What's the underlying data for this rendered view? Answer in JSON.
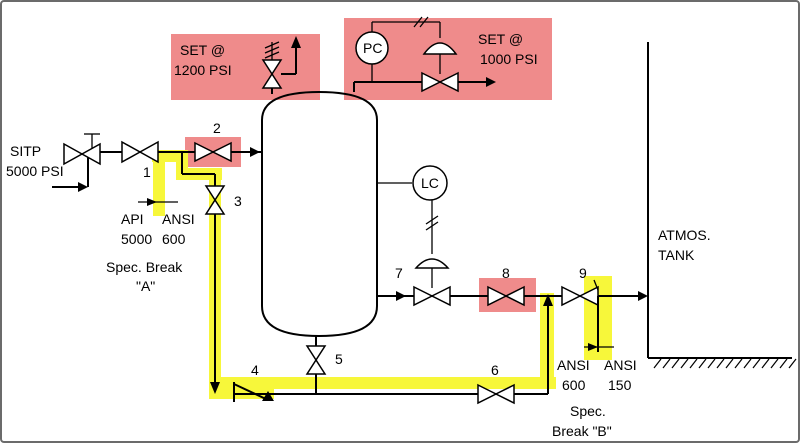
{
  "labels": {
    "relief_set_line1": "SET @",
    "relief_set_line2": "1200 PSI",
    "pc_set_line1": "SET @",
    "pc_set_line2": "1000 PSI",
    "pc": "PC",
    "lc": "LC",
    "sitp_line1": "SITP",
    "sitp_line2": "5000 PSI",
    "api_line1": "API",
    "api_line2": "5000",
    "ansi_a_line1": "ANSI",
    "ansi_a_line2": "600",
    "spec_break_a_line1": "Spec. Break",
    "spec_break_a_line2": "\"A\"",
    "ansi_b1_line1": "ANSI",
    "ansi_b1_line2": "600",
    "ansi_b2_line1": "ANSI",
    "ansi_b2_line2": "150",
    "spec_break_b_line1": "Spec.",
    "spec_break_b_line2": "Break \"B\"",
    "atmos_line1": "ATMOS.",
    "atmos_line2": "TANK"
  },
  "valve_numbers": [
    "1",
    "2",
    "3",
    "4",
    "5",
    "6",
    "7",
    "8",
    "9"
  ],
  "colors": {
    "highlight": "#f7f73a",
    "spec_break_box": "#ef8b8b"
  }
}
